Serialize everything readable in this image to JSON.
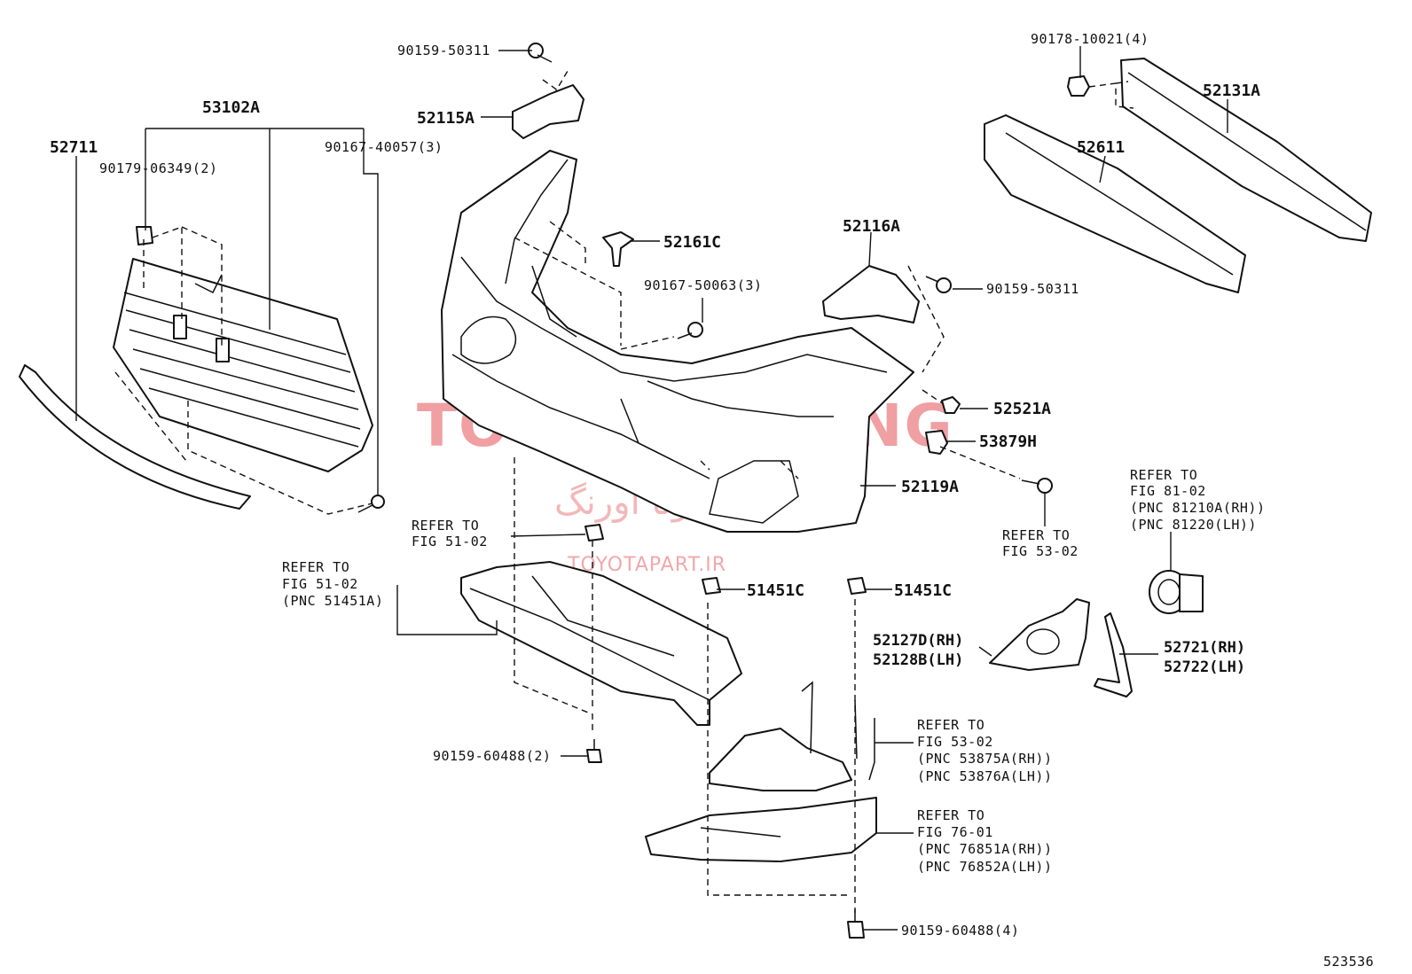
{
  "watermark": {
    "brand": "TOYOTA ORANG",
    "site": "TOYOTAPART.IR",
    "persian": "تویوتا اورنگ"
  },
  "diagram_id": "523536",
  "labels": {
    "p90159_50311_top": "90159-50311",
    "p52115A": "52115A",
    "p53102A": "53102A",
    "p52711": "52711",
    "p90179_06349": "90179-06349(2)",
    "p90167_40057": "90167-40057(3)",
    "p52161C": "52161C",
    "p90167_50063": "90167-50063(3)",
    "p90178_10021": "90178-10021(4)",
    "p52131A": "52131A",
    "p52611": "52611",
    "p52116A": "52116A",
    "p90159_50311_right": "90159-50311",
    "p52521A": "52521A",
    "p53879H": "53879H",
    "p52119A": "52119A",
    "p51451C_a": "51451C",
    "p51451C_b": "51451C",
    "p52127D": "52127D(RH)",
    "p52128B": "52128B(LH)",
    "p52721": "52721(RH)",
    "p52722": "52722(LH)",
    "p90159_60488_2": "90159-60488(2)",
    "p90159_60488_4": "90159-60488(4)"
  },
  "refs": {
    "r1": {
      "line1": "REFER TO",
      "line2": "FIG 51-02"
    },
    "r2": {
      "line1": "REFER TO",
      "line2": "FIG 51-02",
      "line3": "(PNC 51451A)"
    },
    "r3": {
      "line1": "REFER TO",
      "line2": "FIG 53-02"
    },
    "r4": {
      "line1": "REFER TO",
      "line2": "FIG 81-02",
      "line3": "(PNC 81210A(RH))",
      "line4": "(PNC 81220(LH))"
    },
    "r5": {
      "line1": "REFER TO",
      "line2": "FIG 53-02",
      "line3": "(PNC 53875A(RH))",
      "line4": "(PNC 53876A(LH))"
    },
    "r6": {
      "line1": "REFER TO",
      "line2": "FIG 76-01",
      "line3": "(PNC 76851A(RH))",
      "line4": "(PNC 76852A(LH))"
    }
  }
}
